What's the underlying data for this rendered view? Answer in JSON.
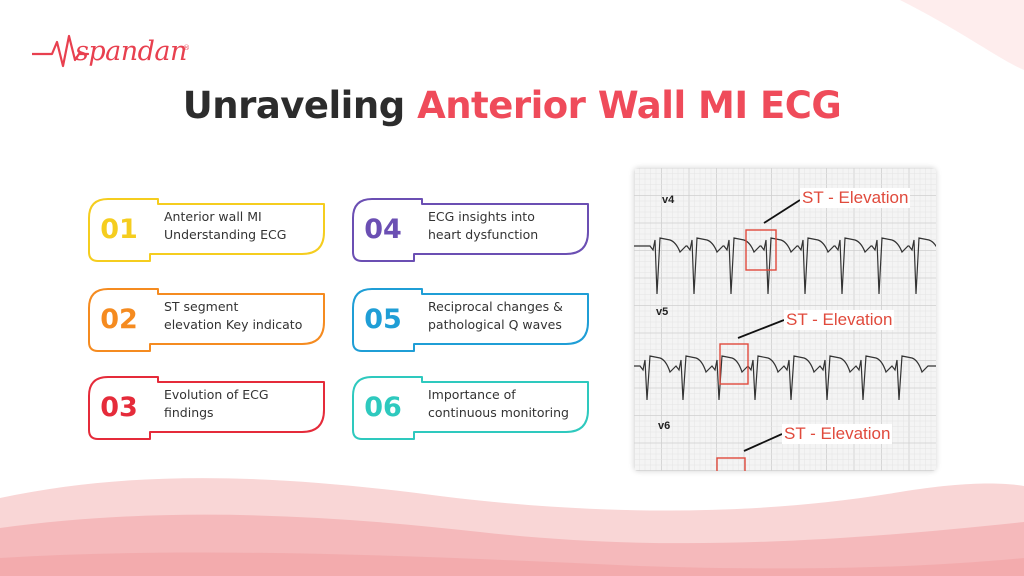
{
  "brand": {
    "name": "spandan",
    "reg_mark": "®",
    "color": "#e8404f"
  },
  "title": {
    "part1": "Unraveling ",
    "part2": "Anterior Wall MI ECG",
    "dark_color": "#2c2c2c",
    "accent_color": "#ef4b5a"
  },
  "cards": [
    {
      "number": "01",
      "lines": [
        "Anterior wall MI",
        "Understanding ECG"
      ],
      "color": "#f5cd1f"
    },
    {
      "number": "02",
      "lines": [
        "ST segment",
        "elevation Key indicato"
      ],
      "color": "#f58b20"
    },
    {
      "number": "03",
      "lines": [
        "Evolution of ECG",
        "findings"
      ],
      "color": "#e52b3a"
    },
    {
      "number": "04",
      "lines": [
        "ECG insights into",
        "heart dysfunction"
      ],
      "color": "#6b4fb3"
    },
    {
      "number": "05",
      "lines": [
        "Reciprocal changes &",
        "pathological Q waves"
      ],
      "color": "#1f9ed6"
    },
    {
      "number": "06",
      "lines": [
        "Importance of",
        "continuous monitoring"
      ],
      "color": "#2ec9be"
    }
  ],
  "ecg": {
    "leads": [
      "v4",
      "v5",
      "v6"
    ],
    "annotation": "ST - Elevation",
    "annotation_color": "#e04a3c"
  }
}
